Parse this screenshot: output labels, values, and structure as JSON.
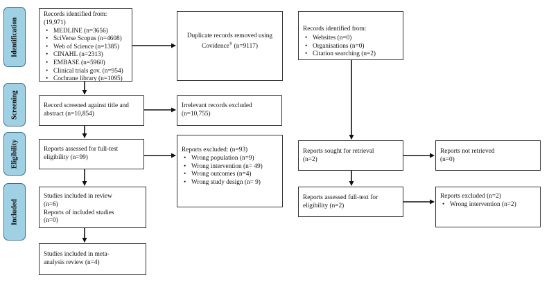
{
  "stages": {
    "identification": "Identification",
    "screening": "Screening",
    "eligibility": "Eligibility",
    "included": "Included"
  },
  "records_identified": {
    "title": "Records identified from: (19,971)",
    "items": [
      "MEDLINE (n=3656)",
      "SciVerse Scopus (n=4608)",
      "Web of Science (n=1385)",
      "CINAHL (n=2313)",
      "EMBASE (n=5960)",
      "Clinical trials gov. (n=954)",
      "Cochrane library (n=1095)"
    ]
  },
  "duplicates": {
    "line1": "Duplicate records removed using",
    "line2": "Covidence",
    "sup": "®",
    "count": " (n=9117)"
  },
  "other_sources": {
    "title": "Records identified  from:",
    "items": [
      "Websites (n=0)",
      "Organisations (n=0)",
      "Citation searching (n=2)"
    ]
  },
  "screened": {
    "line1": "Record screened against title and",
    "line2": "abstract (n=10,854)"
  },
  "irrelevant": {
    "line1": "Irrelevant records excluded",
    "line2": "(n=10,755)"
  },
  "assessed": {
    "line1": "Reports assessed for full-test",
    "line2": "eligibility  (n=99)"
  },
  "excluded_main": {
    "title": "Reports excluded:  (n=93)",
    "items": [
      "Wrong population (n=9)",
      "Wrong intervention (n= 49)",
      "Wrong outcomes (n=4)",
      "Wrong study design (n= 9)"
    ]
  },
  "sought": {
    "line1": "Reports sought for retrieval",
    "line2": "(n=2)"
  },
  "not_retrieved": {
    "line1": "Reports not retrieved",
    "line2": "(n=0)"
  },
  "assessed_other": {
    "line1": "Reports assessed full-text for",
    "line2": "eligibility  (n=2)"
  },
  "excluded_other": {
    "title": "Reports excluded (n=2)",
    "items": [
      "Wrong intervention (n=2)"
    ]
  },
  "included_review": {
    "line1": "Studies included in review",
    "line2": "(n=6)",
    "line3": "Reports of included studies",
    "line4": "(n=0)"
  },
  "meta_analysis": {
    "line1": "Studies included in meta-",
    "line2": "analysis review (n=4)"
  },
  "colors": {
    "stage_fill": "#9fd0e3",
    "stage_border": "#3a6f86",
    "line": "#111111"
  }
}
